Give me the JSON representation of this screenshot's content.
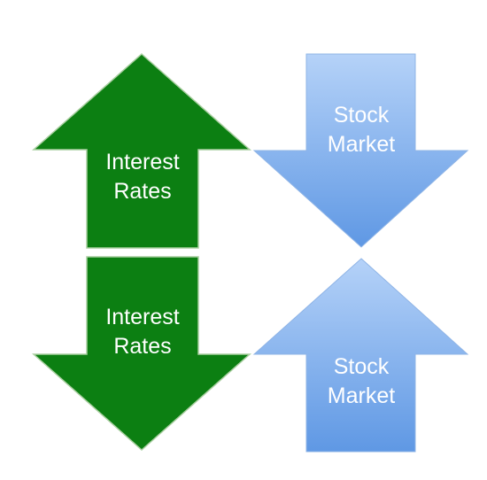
{
  "colors": {
    "green_fill": "#0c7f12",
    "green_stroke": "#a9cfa0",
    "blue_light": "#b5d2f8",
    "blue_dark": "#5f98e4",
    "label_text": "#ffffff"
  },
  "arrows": [
    {
      "id": "interest-rates-up",
      "direction": "up",
      "line1": "Interest",
      "line2": "Rates"
    },
    {
      "id": "stock-market-down",
      "direction": "down",
      "line1": "Stock",
      "line2": "Market"
    },
    {
      "id": "interest-rates-down",
      "direction": "down",
      "line1": "Interest",
      "line2": "Rates"
    },
    {
      "id": "stock-market-up",
      "direction": "up",
      "line1": "Stock",
      "line2": "Market"
    }
  ]
}
